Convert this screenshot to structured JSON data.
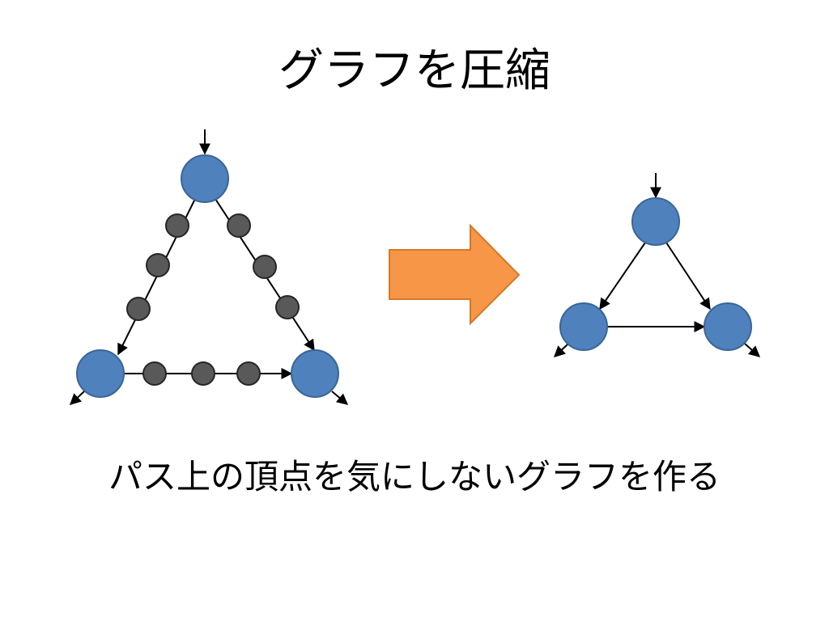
{
  "slide": {
    "title": "グラフを圧縮",
    "caption": "パス上の頂点を気にしないグラフを作る"
  },
  "colors": {
    "main_vertex": "#4f81bd",
    "main_vertex_stroke": "#3a6697",
    "path_vertex": "#595959",
    "path_vertex_stroke": "#262626",
    "edge": "#000000",
    "arrow_fill": "#f79646",
    "arrow_stroke": "#d47829"
  },
  "original_graph": {
    "main_vertex_count": 3,
    "path_vertices_per_edge": [
      3,
      3,
      3
    ]
  },
  "compressed_graph": {
    "main_vertex_count": 3,
    "path_vertices_per_edge": [
      0,
      0,
      0
    ]
  }
}
